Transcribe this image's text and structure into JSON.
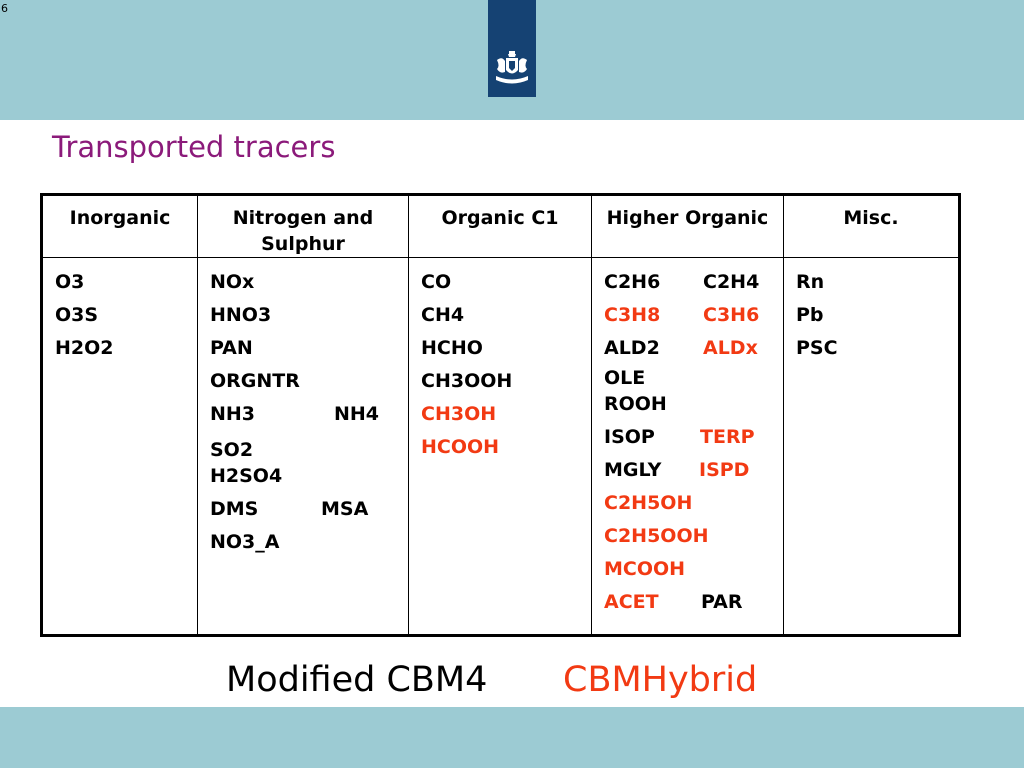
{
  "slide": {
    "page_number": "6",
    "title": "Transported tracers"
  },
  "colors": {
    "band": "#9ccbd3",
    "logo_bg": "#154273",
    "title": "#8b1a7a",
    "highlight": "#f23a13"
  },
  "table": {
    "headers": [
      "Inorganic",
      "Nitrogen and Sulphur",
      "Organic C1",
      "Higher Organic",
      "Misc."
    ],
    "inorganic": [
      "O3",
      "O3S",
      "H2O2"
    ],
    "nitrogen_sulphur": {
      "nox": "NOx",
      "hno3": "HNO3",
      "pan": "PAN",
      "orgntr": "ORGNTR",
      "nh3": "NH3",
      "nh4": "NH4",
      "so2": "SO2",
      "h2so4": "H2SO4",
      "dms": "DMS",
      "msa": "MSA",
      "no3_a": "NO3_A"
    },
    "organic_c1": {
      "co": "CO",
      "ch4": "CH4",
      "hcho": "HCHO",
      "ch3ooh": "CH3OOH",
      "ch3oh": "CH3OH",
      "hcooh": "HCOOH"
    },
    "higher_organic": {
      "c2h6": "C2H6",
      "c2h4": "C2H4",
      "c3h8": "C3H8",
      "c3h6": "C3H6",
      "ald2": "ALD2",
      "aldx": "ALDx",
      "ole": "OLE",
      "rooh": "ROOH",
      "isop": "ISOP",
      "terp": "TERP",
      "mgly": "MGLY",
      "ispd": "ISPD",
      "c2h5oh": "C2H5OH",
      "c2h5ooh": "C2H5OOH",
      "mcooh": "MCOOH",
      "acet": "ACET",
      "par": "PAR"
    },
    "misc": [
      "Rn",
      "Pb",
      "PSC"
    ]
  },
  "legend": {
    "modified": "Modified CBM4",
    "hybrid": "CBMHybrid"
  }
}
